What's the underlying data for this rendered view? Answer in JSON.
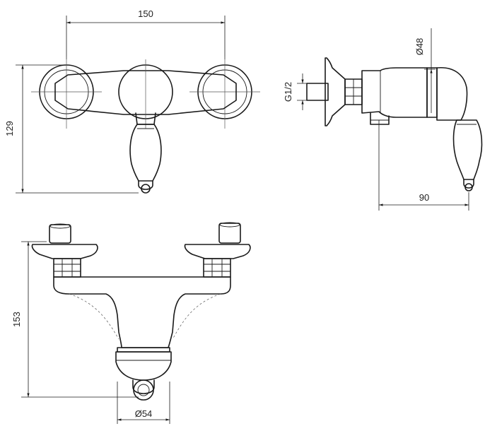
{
  "drawing": {
    "front_view": {
      "width_label": "150",
      "height_label": "129"
    },
    "side_view": {
      "diameter_label": "Ø48",
      "thread_label": "G1/2",
      "depth_label": "90"
    },
    "bottom_view": {
      "height_label": "153",
      "diameter_label": "Ø54"
    }
  }
}
